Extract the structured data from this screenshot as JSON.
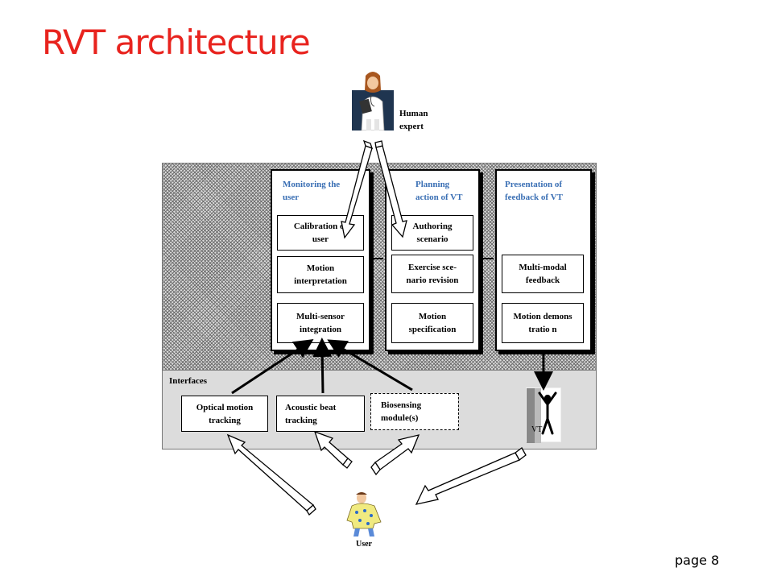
{
  "title": "RVT architecture",
  "page_label": "page 8",
  "human_expert": {
    "label": "Human expert",
    "icon": "doctor-icon"
  },
  "user": {
    "label": "User",
    "icon": "person-icon"
  },
  "vt_figure": {
    "label": "VT",
    "icon": "stick-figure-icon"
  },
  "interfaces_label": "Interfaces",
  "columns": [
    {
      "header": "Monitoring the user",
      "boxes": [
        "Calibration of user",
        "Motion interpretation",
        "Multi-sensor integration"
      ]
    },
    {
      "header": "Planning action of VT",
      "boxes": [
        "Authoring scenario",
        "Exercise sce-nario revision",
        "Motion specification"
      ]
    },
    {
      "header": "Presentation of feedback of VT",
      "boxes": [
        "Multi-modal feedback",
        "Motion demonstratio n"
      ]
    }
  ],
  "interfaces": [
    "Optical motion tracking",
    "Acoustic beat tracking",
    "Biosensing module(s)"
  ],
  "colors": {
    "title": "#e8231e",
    "column_header": "#3a6fb4",
    "interfaces_bg": "#dcdcdc"
  }
}
